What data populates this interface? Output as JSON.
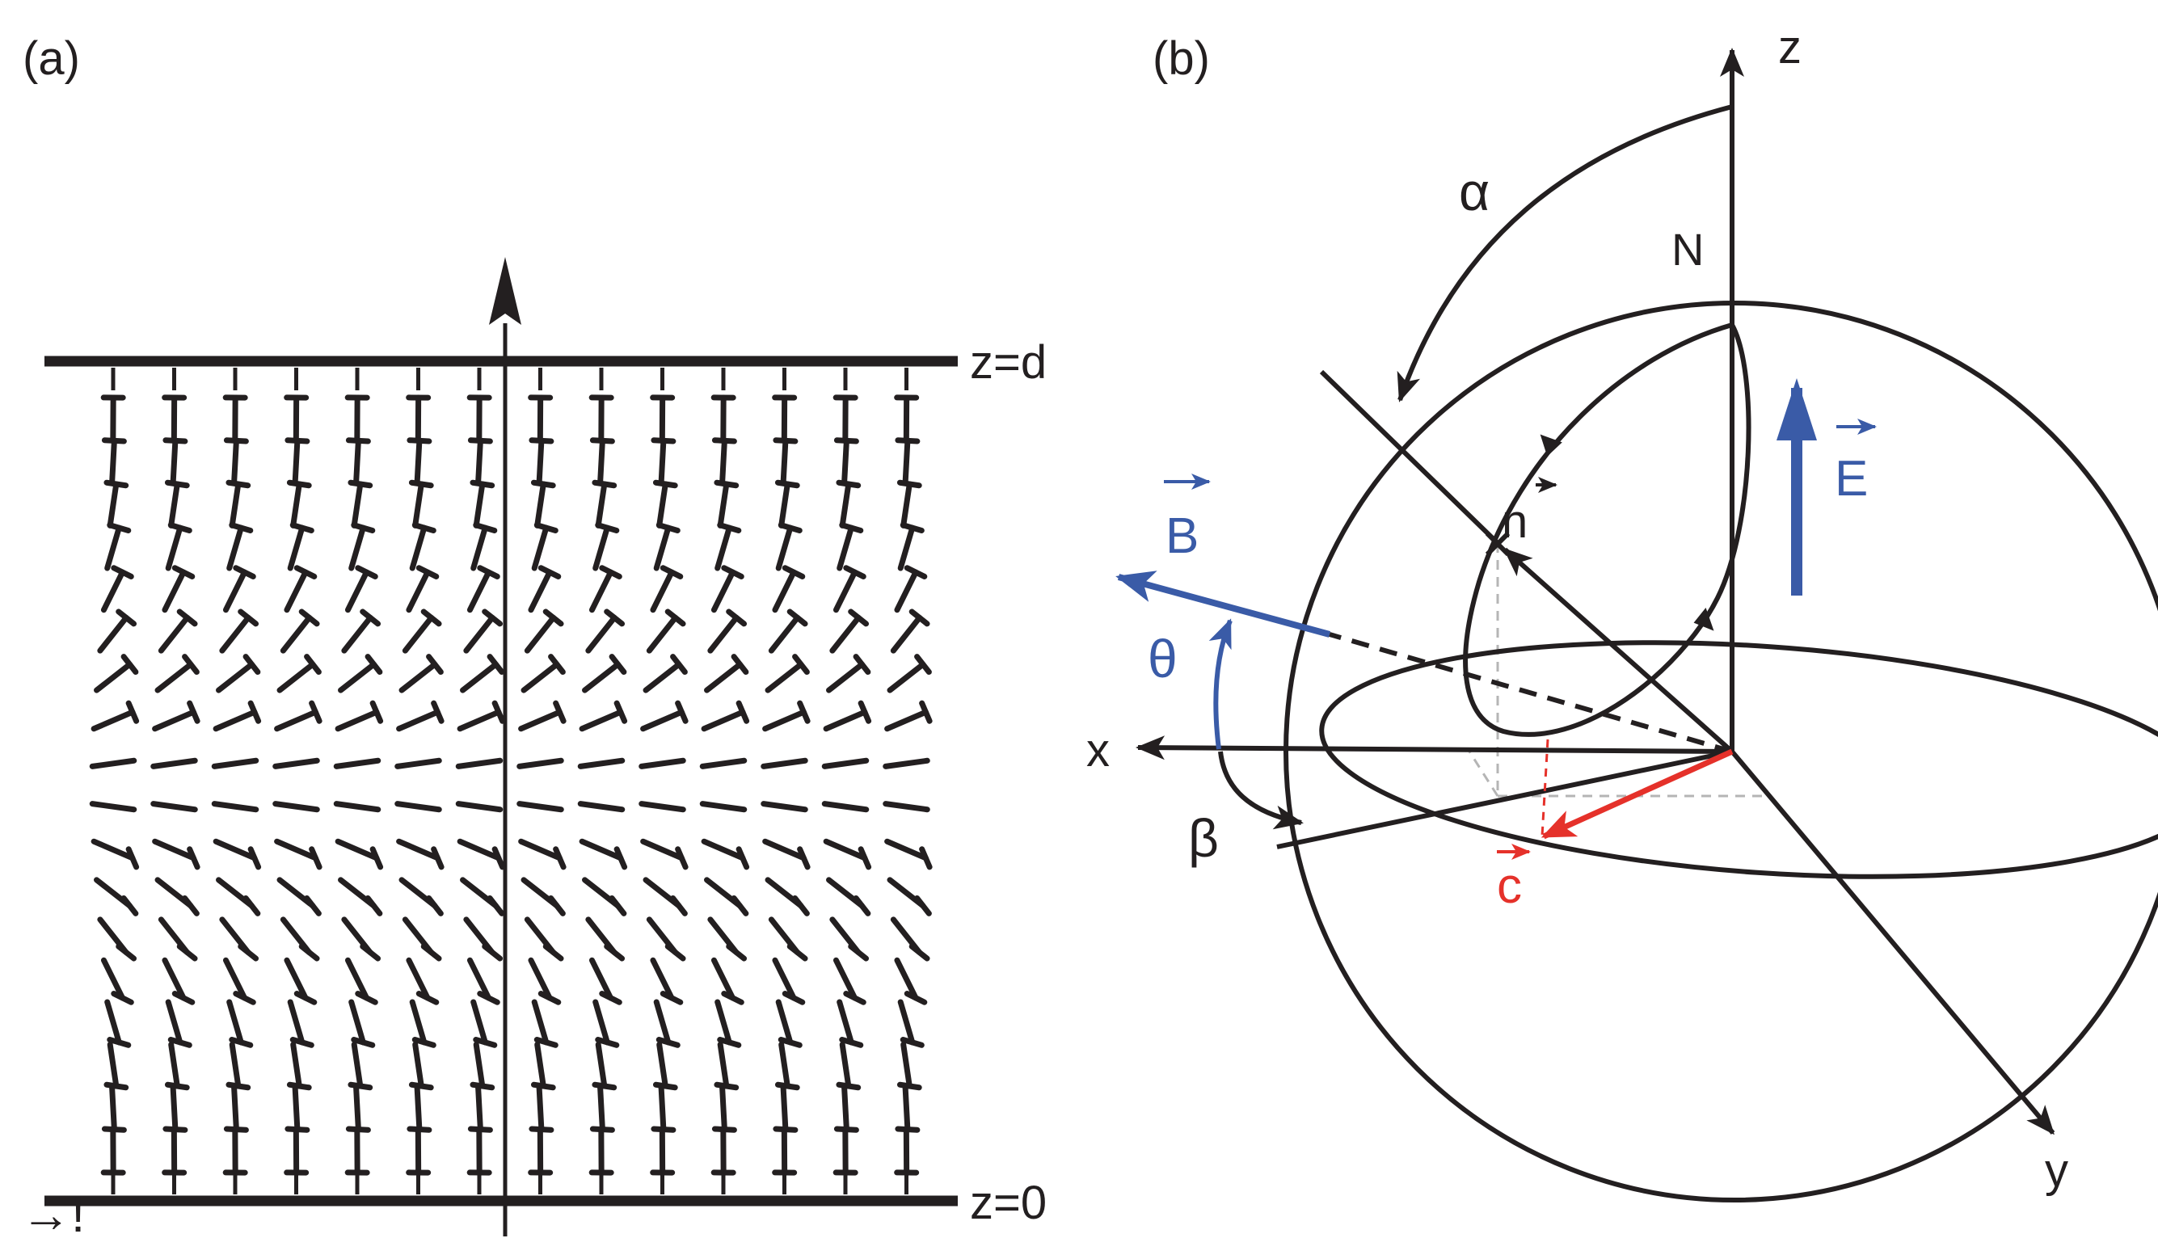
{
  "panel_a": {
    "label": "(a)",
    "top_plate_label": "z=d",
    "bottom_plate_label": "z=0",
    "corner_mark": "→!",
    "field": {
      "columns": 14,
      "rows": 18,
      "nail_pattern": "tilt varies with height between the plates, vertical nails at both surfaces, horizontal at the middle"
    }
  },
  "panel_b": {
    "label": "(b)",
    "axes": {
      "x": "x",
      "y": "y",
      "z": "z"
    },
    "pole": "N",
    "angles": {
      "alpha": "α",
      "beta": "β",
      "theta": "θ"
    },
    "vectors": {
      "n": "n",
      "c": "c",
      "B": "B",
      "E": "E"
    },
    "colors": {
      "ink": "#231f20",
      "field_blue": "#3a5ba7",
      "c_red": "#e5312a",
      "guide_gray": "#b5b5b5"
    }
  }
}
